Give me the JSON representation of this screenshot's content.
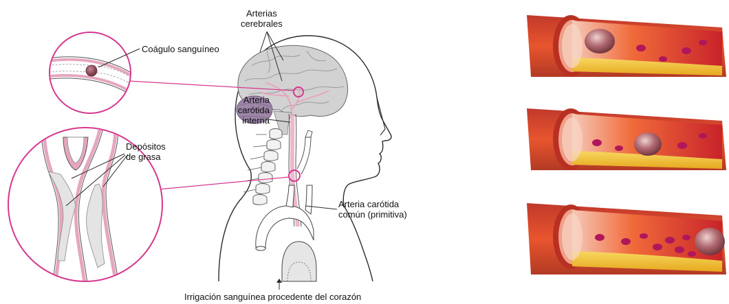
{
  "labels": {
    "cerebral_arteries": "Arterias\ncerebrales",
    "blood_clot": "Coágulo sanguíneo",
    "internal_carotid": "Arteria\ncarótida\ninterna",
    "fat_deposits": "Depósitos\nde grasa",
    "common_carotid": "Arteria carótida\ncomún (primitiva)",
    "blood_supply": "Irrigación sanguínea procedente del corazón"
  },
  "colors": {
    "callout": "#d7368f",
    "outline": "#2b2b2b",
    "vessel_pink": "#e7a6bf",
    "brain_gray": "#d2d2d2",
    "cerebellum_purple": "#9d86a8",
    "artery_red": "#d9351f",
    "fat_yellow": "#f1c33a",
    "blood_cell": "#b0175a"
  },
  "panels": [
    {
      "name": "artery-panel-1"
    },
    {
      "name": "artery-panel-2"
    },
    {
      "name": "artery-panel-3"
    }
  ]
}
